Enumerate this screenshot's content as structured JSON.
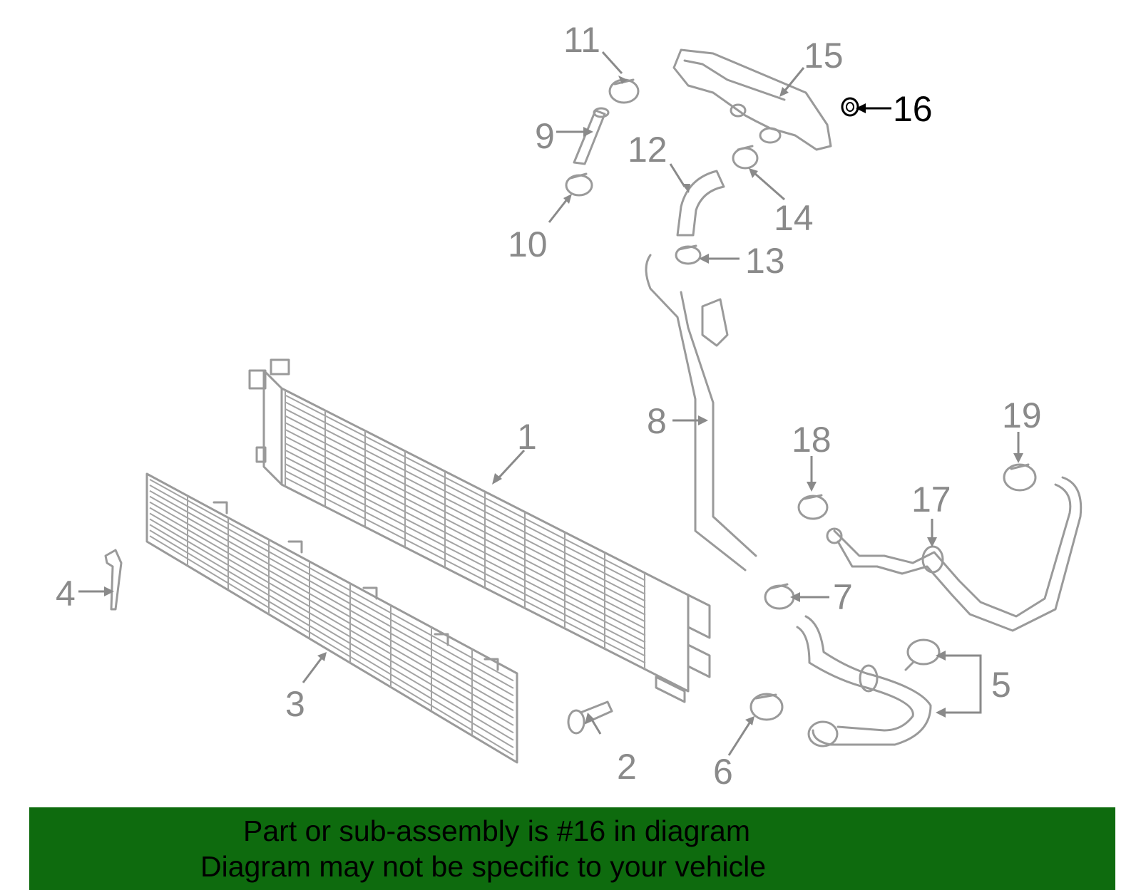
{
  "highlighted_part": "16",
  "callouts": [
    {
      "id": "1",
      "label": "1"
    },
    {
      "id": "2",
      "label": "2"
    },
    {
      "id": "3",
      "label": "3"
    },
    {
      "id": "4",
      "label": "4"
    },
    {
      "id": "5",
      "label": "5"
    },
    {
      "id": "6",
      "label": "6"
    },
    {
      "id": "7",
      "label": "7"
    },
    {
      "id": "8",
      "label": "8"
    },
    {
      "id": "9",
      "label": "9"
    },
    {
      "id": "10",
      "label": "10"
    },
    {
      "id": "11",
      "label": "11"
    },
    {
      "id": "12",
      "label": "12"
    },
    {
      "id": "13",
      "label": "13"
    },
    {
      "id": "14",
      "label": "14"
    },
    {
      "id": "15",
      "label": "15"
    },
    {
      "id": "16",
      "label": "16"
    },
    {
      "id": "17",
      "label": "17"
    },
    {
      "id": "18",
      "label": "18"
    },
    {
      "id": "19",
      "label": "19"
    }
  ],
  "banner": {
    "line1": "Part or sub-assembly is #16 in diagram",
    "line2": "Diagram may not be specific to your vehicle"
  },
  "colors": {
    "banner_bg": "#0e6b0e",
    "part_stroke": "#9a9a9a",
    "callout_text": "#8a8a8a",
    "highlight": "#000000"
  }
}
